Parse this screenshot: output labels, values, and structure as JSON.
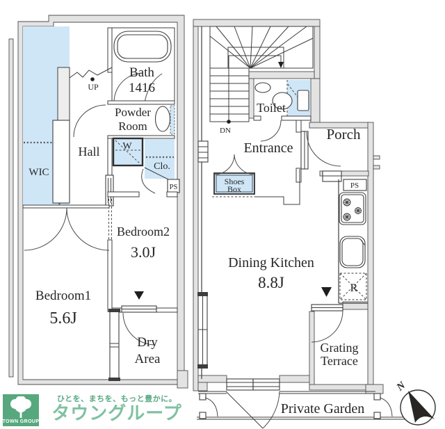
{
  "colors": {
    "room_fill_blue": "#cfe6f7",
    "wall_gray": "#e3e3e3",
    "line_dark": "#3d3d3d",
    "logo_green_square": "#57a87e",
    "logo_brand_green": "#7fc1a1",
    "logo_tagline_green": "#58a983"
  },
  "icons": {
    "door_marker": "triangle-down",
    "compass_needle": "north-arrow",
    "tree": "tree-icon"
  },
  "left_unit": {
    "wic": "WIC",
    "hall": "Hall",
    "up": "UP",
    "bath_line1": "Bath",
    "bath_line2": "1416",
    "powder_line1": "Powder",
    "powder_line2": "Room",
    "washer": "W",
    "closet": "Clo.",
    "pipe_space": "PS",
    "bedroom2_name": "Bedroom2",
    "bedroom2_size": "3.0J",
    "bedroom1_name": "Bedroom1",
    "bedroom1_size": "5.6J",
    "dry_area_line1": "Dry",
    "dry_area_line2": "Area"
  },
  "right_unit": {
    "down": "DN",
    "toilet": "Toilet",
    "entrance": "Entrance",
    "porch": "Porch",
    "shoes_box_line1": "Shoes",
    "shoes_box_line2": "Box",
    "pipe_space": "PS",
    "dining_kitchen_name": "Dining Kitchen",
    "dining_kitchen_size": "8.8J",
    "refrigerator": "R",
    "grating_terrace_line1": "Grating",
    "grating_terrace_line2": "Terrace",
    "private_garden": "Private Garden"
  },
  "compass": {
    "north": "N"
  },
  "logo": {
    "square_caption": "TOWN GROUP",
    "tagline": "ひとを、まちを、もっと豊かに。",
    "brand": "タウングループ"
  }
}
